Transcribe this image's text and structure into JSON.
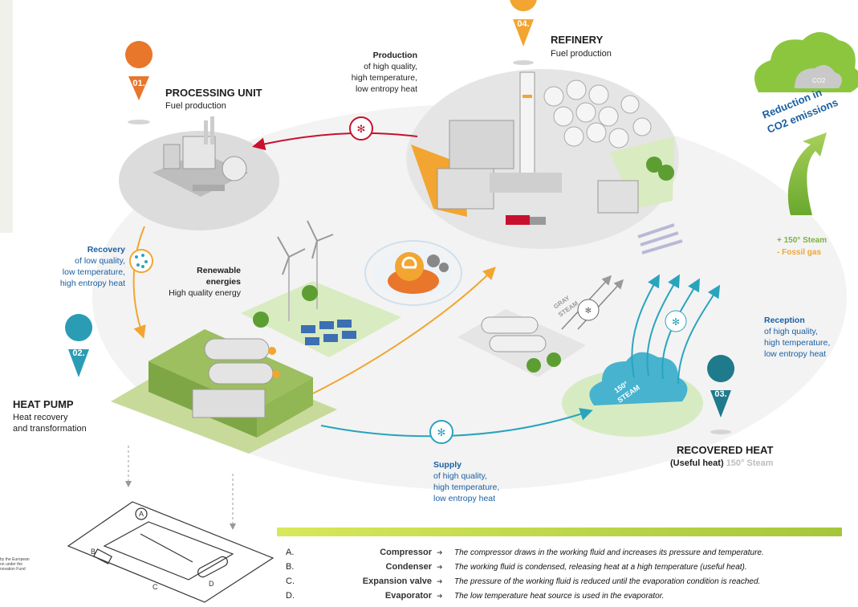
{
  "nodes": {
    "processing_unit": {
      "number": "01.",
      "title": "PROCESSING UNIT",
      "subtitle": "Fuel production",
      "color": "#e8762b"
    },
    "heat_pump": {
      "number": "02.",
      "title": "HEAT PUMP",
      "subtitle_line1": "Heat recovery",
      "subtitle_line2": "and transformation",
      "color": "#2a9db5"
    },
    "recovered_heat": {
      "number": "03.",
      "title": "RECOVERED HEAT",
      "subtitle_prefix": "(Useful heat)",
      "subtitle_suffix": "150° Steam",
      "color": "#1f7a8c"
    },
    "refinery": {
      "number": "04.",
      "title": "REFINERY",
      "subtitle": "Fuel production",
      "color": "#f2a530"
    }
  },
  "flows": {
    "production": {
      "head": "Production",
      "line1": "of high quality,",
      "line2": "high temperature,",
      "line3": "low entropy heat",
      "color": "#c8102e"
    },
    "recovery": {
      "head": "Recovery",
      "line1": "of low quality,",
      "line2": "low temperature,",
      "line3": "high entropy heat",
      "color": "#1a5fa3"
    },
    "renewable": {
      "line1": "Renewable",
      "line2": "energies",
      "line3": "High quality energy"
    },
    "reception": {
      "head": "Reception",
      "line1": "of high quality,",
      "line2": "high temperature,",
      "line3": "low entropy heat",
      "color": "#1a5fa3"
    },
    "supply": {
      "head": "Supply",
      "line1": "of high quality,",
      "line2": "high temperature,",
      "line3": "low entropy heat",
      "color": "#1a5fa3"
    }
  },
  "cloud_labels": {
    "gray_steam_1": "GRAY",
    "gray_steam_2": "STEAM",
    "steam_1": "150°",
    "steam_2": "STEAM"
  },
  "emissions": {
    "label_line1": "Reduction in",
    "label_line2": "CO2 emissions",
    "co2": "CO2",
    "plus": "+ 150° Steam",
    "minus": "- Fossil gas",
    "plus_color": "#7cb342",
    "minus_color": "#f2a530"
  },
  "legend": [
    {
      "letter": "A.",
      "name": "Compressor",
      "desc": "The compressor draws in the working fluid and increases its pressure and temperature."
    },
    {
      "letter": "B.",
      "name": "Condenser",
      "desc": "The working fluid is condensed, releasing heat at a high temperature (useful heat)."
    },
    {
      "letter": "C.",
      "name": "Expansion valve",
      "desc": "The pressure of the working fluid is reduced until the evaporation condition is reached."
    },
    {
      "letter": "D.",
      "name": "Evaporator",
      "desc": "The low temperature heat source is used in the evaporator."
    }
  ],
  "funding_note": {
    "line1": "by the European",
    "line2": "on under the",
    "line3": "novation Fund"
  },
  "circuit_labels": {
    "a": "A",
    "b": "B",
    "c": "C",
    "d": "D"
  }
}
